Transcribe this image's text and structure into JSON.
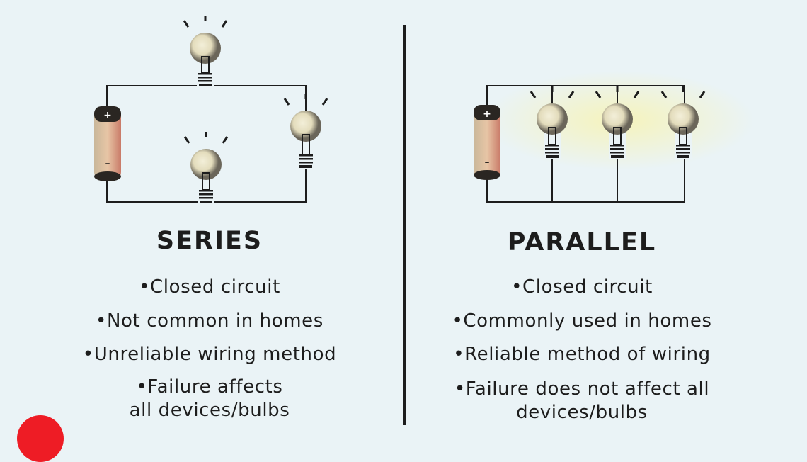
{
  "series": {
    "title": "SERIES",
    "items": [
      "•Closed circuit",
      "•Not common in homes",
      "•Unreliable wiring method",
      "•Failure affects",
      "all devices/bulbs"
    ]
  },
  "parallel": {
    "title": "PARALLEL",
    "items": [
      "•Closed circuit",
      "•Commonly used in homes",
      "•Reliable method of wiring",
      "•Failure does not affect all",
      "devices/bulbs"
    ]
  },
  "battery": {
    "positive": "+",
    "negative": "–"
  },
  "colors": {
    "background": "#eaf3f6",
    "wire": "#1d1d1d",
    "glow": "#f6f2b8",
    "battery": "#d99a7e",
    "badge": "#ee1c25"
  }
}
